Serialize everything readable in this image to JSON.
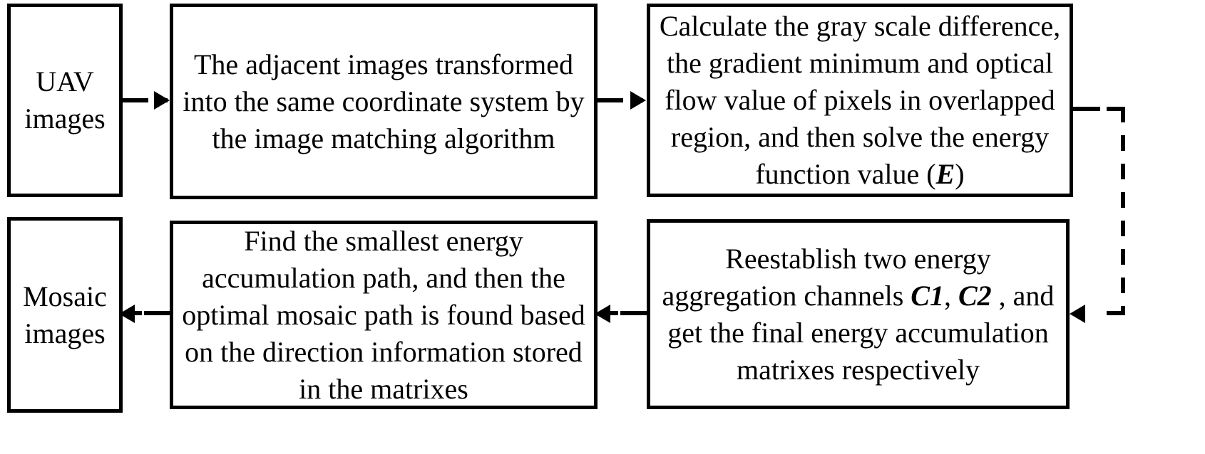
{
  "diagram": {
    "title": "UAV image mosaic flowchart",
    "type": "flowchart",
    "orientation": "two-row left-to-right then right-to-left",
    "colors": {
      "stroke": "#000000",
      "fill": "#ffffff",
      "text": "#000000"
    },
    "nodes": [
      {
        "id": "uav",
        "label": "UAV\nimages"
      },
      {
        "id": "transform",
        "label": "The adjacent images transformed into the same coordinate system by the image matching algorithm"
      },
      {
        "id": "energy",
        "label_pre": "Calculate the gray scale difference, the gradient minimum and optical flow value of pixels in overlapped region, and then solve the energy function value (",
        "label_sym": "E",
        "label_post": ")"
      },
      {
        "id": "mosaic",
        "label": "Mosaic\nimages"
      },
      {
        "id": "path",
        "label": "Find the smallest energy accumulation path, and then the optimal mosaic path is found based on the direction information stored in the matrixes"
      },
      {
        "id": "channels",
        "label_pre": "Reestablish two energy aggregation channels ",
        "label_sym1": "C1",
        "label_mid": ", ",
        "label_sym2": "C2",
        "label_post": " , and get the final energy accumulation matrixes respectively"
      }
    ],
    "edges": [
      {
        "id": "uav-to-transform",
        "from": "uav",
        "to": "transform",
        "style": "dashed-stub-arrow",
        "direction": "right"
      },
      {
        "id": "transform-to-energy",
        "from": "transform",
        "to": "energy",
        "style": "dashed-stub-arrow",
        "direction": "right"
      },
      {
        "id": "energy-to-channels",
        "from": "energy",
        "to": "channels",
        "style": "dashed",
        "direction": "right-down-left"
      },
      {
        "id": "channels-to-path",
        "from": "channels",
        "to": "path",
        "style": "dashed-stub-arrow",
        "direction": "left"
      },
      {
        "id": "path-to-mosaic",
        "from": "path",
        "to": "mosaic",
        "style": "dashed-stub-arrow",
        "direction": "left"
      }
    ]
  }
}
